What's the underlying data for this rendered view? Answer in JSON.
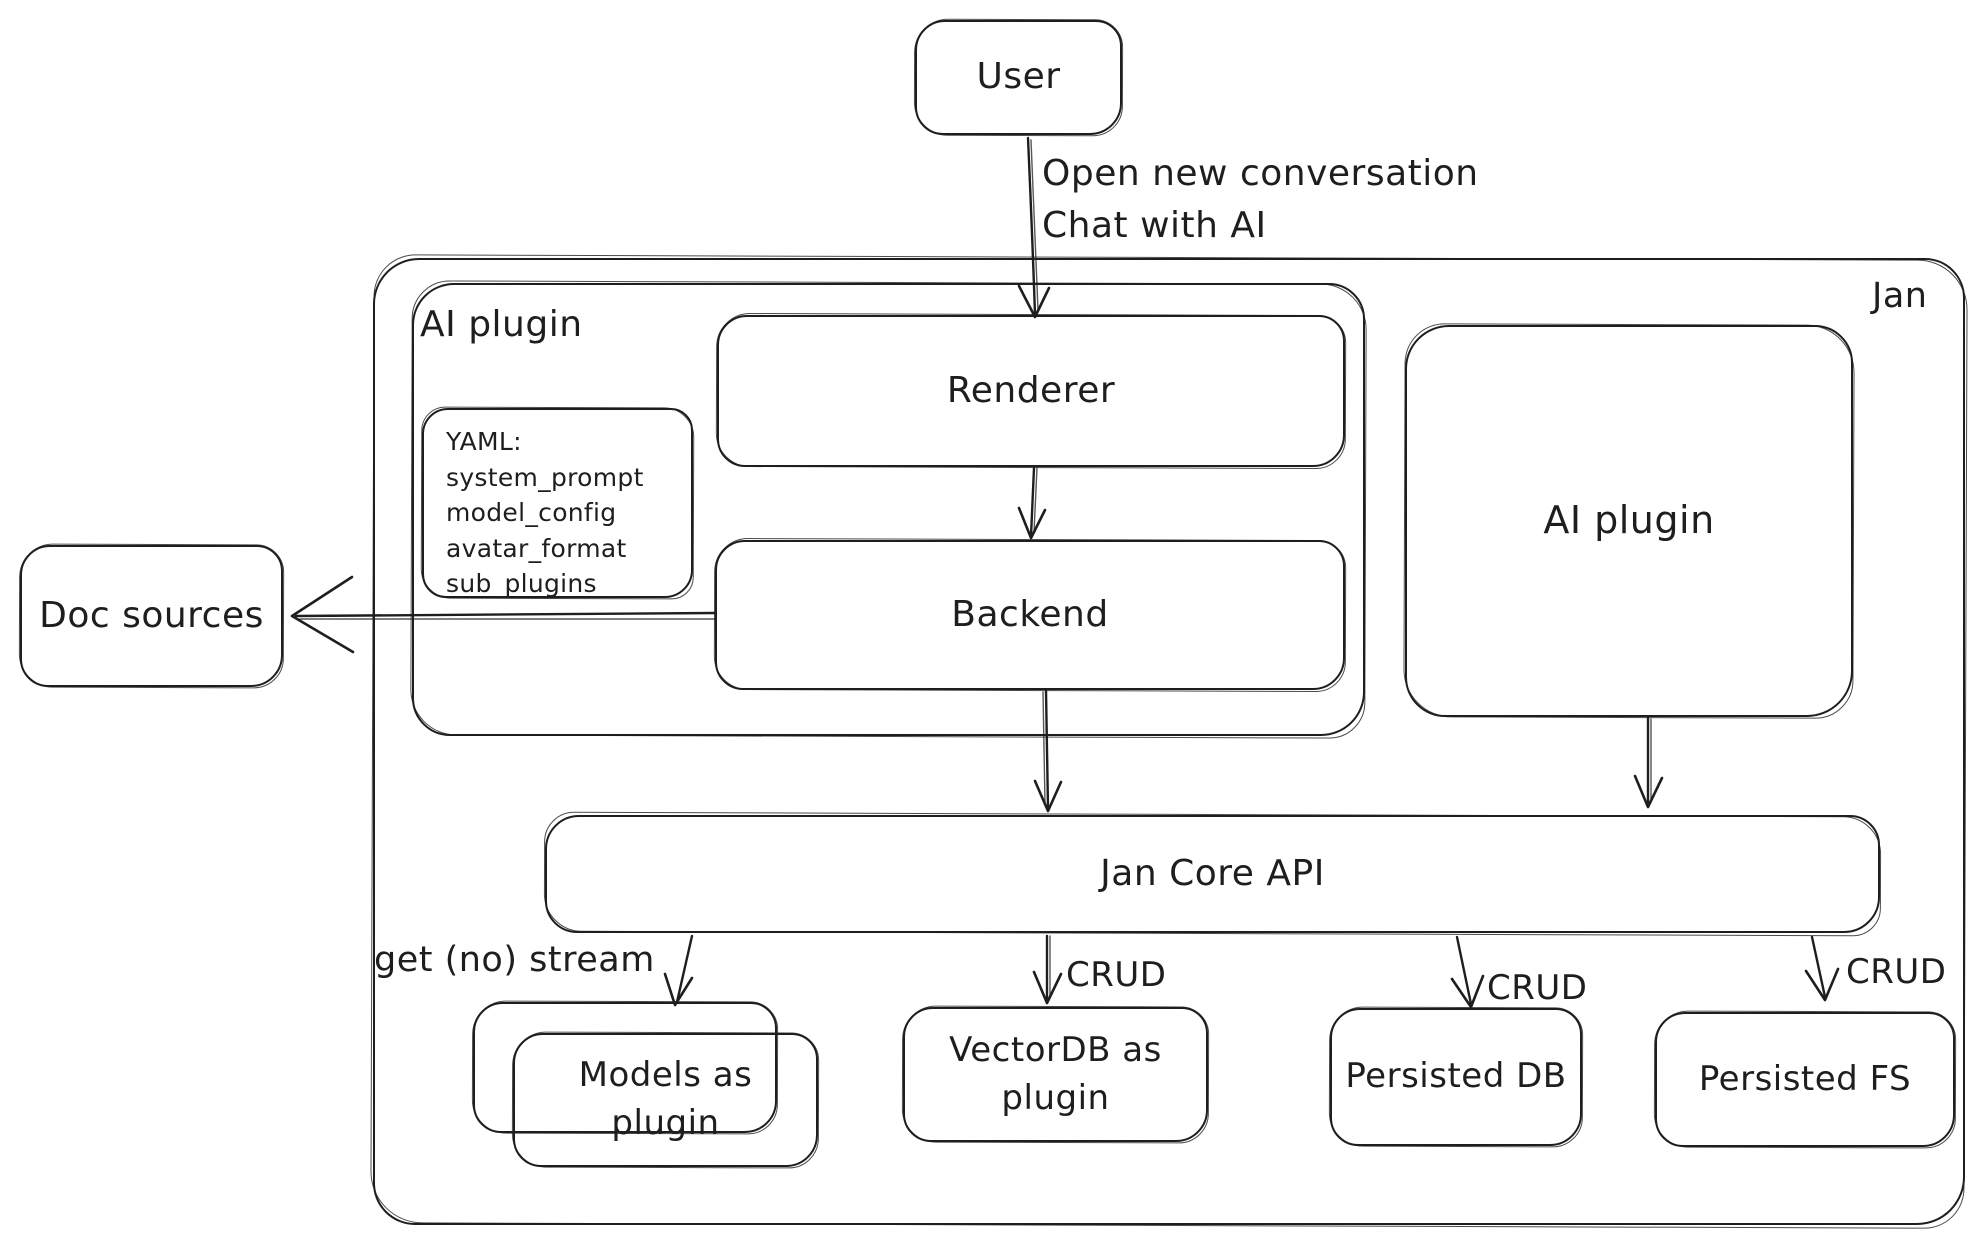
{
  "colors": {
    "stroke": "#1e1e1e",
    "background": "#ffffff"
  },
  "container": {
    "label": "Jan"
  },
  "groups": {
    "ai_plugin": {
      "label": "AI plugin"
    }
  },
  "nodes": {
    "user": {
      "label": "User"
    },
    "renderer": {
      "label": "Renderer"
    },
    "backend": {
      "label": "Backend"
    },
    "yaml_note": {
      "lines": [
        "YAML:",
        "system_prompt",
        "model_config",
        "avatar_format",
        "sub_plugins"
      ]
    },
    "ai_plugin": {
      "label": "AI plugin"
    },
    "doc_sources": {
      "label": "Doc sources"
    },
    "jan_core_api": {
      "label": "Jan Core API"
    },
    "models_as_plugin": {
      "label": "Models as plugin"
    },
    "vectordb_as_plugin": {
      "label": "VectorDB as plugin"
    },
    "persisted_db": {
      "label": "Persisted DB"
    },
    "persisted_fs": {
      "label": "Persisted FS"
    }
  },
  "edge_labels": {
    "user_action": [
      "Open new conversation",
      "Chat with AI"
    ],
    "get_stream": "get (no) stream",
    "crud": "CRUD"
  }
}
